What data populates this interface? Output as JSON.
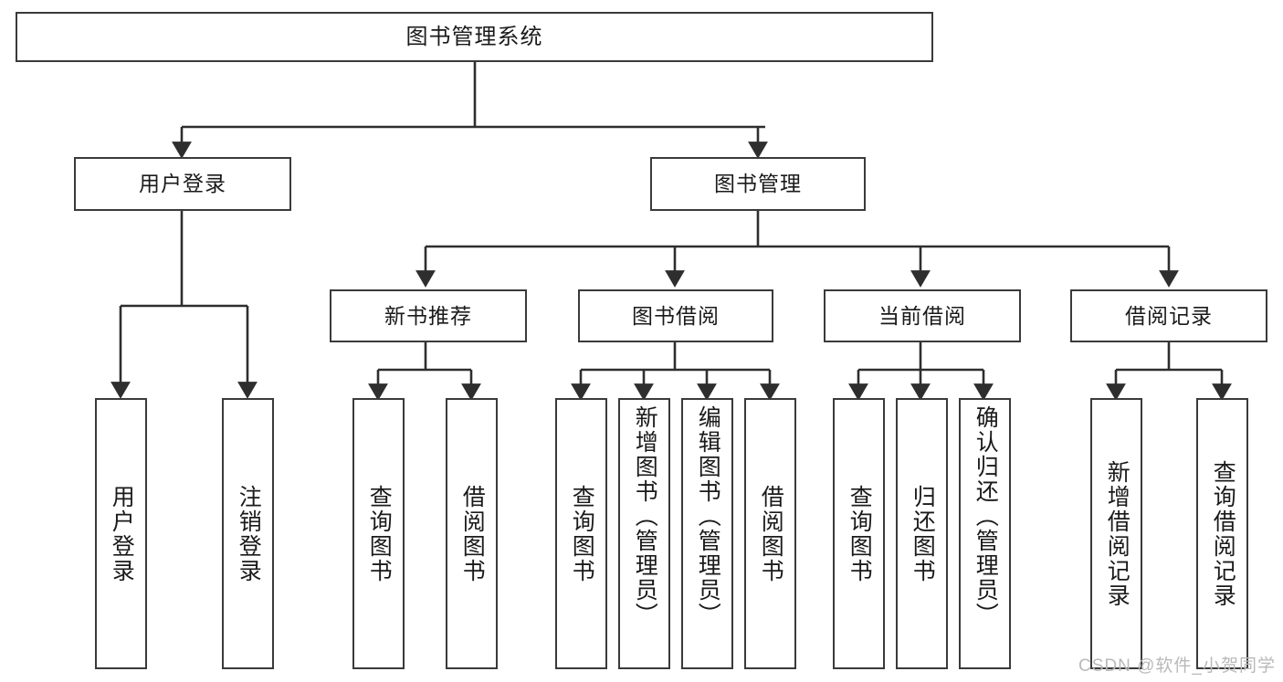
{
  "diagram": {
    "title": "图书管理系统",
    "type": "tree-hierarchy-functional-structure",
    "root": {
      "label": "图书管理系统"
    },
    "level2": [
      {
        "label": "用户登录"
      },
      {
        "label": "图书管理"
      }
    ],
    "level3": [
      {
        "label": "新书推荐"
      },
      {
        "label": "图书借阅"
      },
      {
        "label": "当前借阅"
      },
      {
        "label": "借阅记录"
      }
    ],
    "leaves": {
      "user_login": [
        {
          "label": "用户登录"
        },
        {
          "label": "注销登录"
        }
      ],
      "new_book_recommend": [
        {
          "label": "查询图书"
        },
        {
          "label": "借阅图书"
        }
      ],
      "book_borrow": [
        {
          "label": "查询图书"
        },
        {
          "label": "新增图书（管理员）"
        },
        {
          "label": "编辑图书（管理员）"
        },
        {
          "label": "借阅图书"
        }
      ],
      "current_borrow": [
        {
          "label": "查询图书"
        },
        {
          "label": "归还图书"
        },
        {
          "label": "确认归还（管理员）"
        }
      ],
      "borrow_record": [
        {
          "label": "新增借阅记录"
        },
        {
          "label": "查询借阅记录"
        }
      ]
    }
  },
  "watermark": {
    "text": "CSDN @软件_小贺同学"
  },
  "colors": {
    "stroke": "#3a3a3a",
    "background": "#ffffff",
    "text": "#1a1a1a",
    "watermark": "#b9b9b9"
  }
}
